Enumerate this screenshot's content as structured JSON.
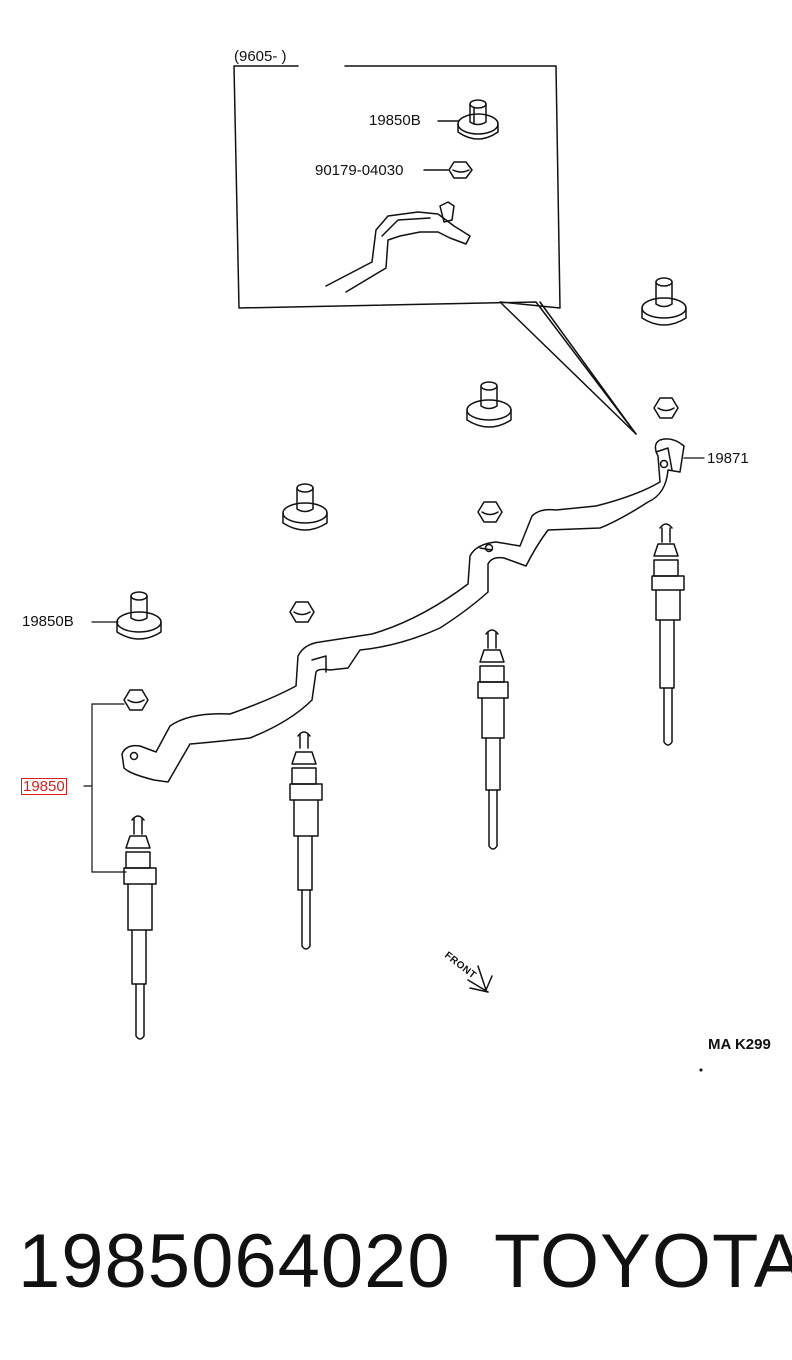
{
  "inset": {
    "date_range": "(9605-          )",
    "labels": {
      "bracket_nut": "19850B",
      "bolt": "90179-04030"
    }
  },
  "parts": {
    "glow_plug_highlighted": "19850",
    "nut_left": "19850B",
    "connector_bar": "19871"
  },
  "front_marker": "FRONT",
  "figure_code": "MA K299",
  "footer": {
    "part_number": "1985064020",
    "brand": "TOYOTA"
  },
  "colors": {
    "highlight": "#d42020",
    "line": "#111111"
  }
}
